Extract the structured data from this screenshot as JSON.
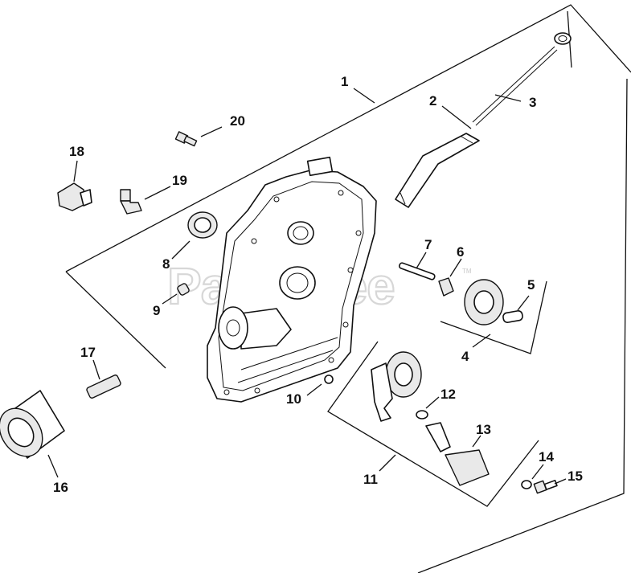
{
  "watermark": {
    "text": "PartsTree",
    "trademark": "TM"
  },
  "callouts": [
    {
      "id": "1",
      "text": "1"
    },
    {
      "id": "2",
      "text": "2"
    },
    {
      "id": "3",
      "text": "3"
    },
    {
      "id": "4",
      "text": "4"
    },
    {
      "id": "5",
      "text": "5"
    },
    {
      "id": "6",
      "text": "6"
    },
    {
      "id": "7",
      "text": "7"
    },
    {
      "id": "8",
      "text": "8"
    },
    {
      "id": "9",
      "text": "9"
    },
    {
      "id": "10",
      "text": "10"
    },
    {
      "id": "11",
      "text": "11"
    },
    {
      "id": "12",
      "text": "12"
    },
    {
      "id": "13",
      "text": "13"
    },
    {
      "id": "14",
      "text": "14"
    },
    {
      "id": "15",
      "text": "15"
    },
    {
      "id": "16",
      "text": "16"
    },
    {
      "id": "17",
      "text": "17"
    },
    {
      "id": "18",
      "text": "18"
    },
    {
      "id": "19",
      "text": "19"
    },
    {
      "id": "20",
      "text": "20"
    }
  ]
}
